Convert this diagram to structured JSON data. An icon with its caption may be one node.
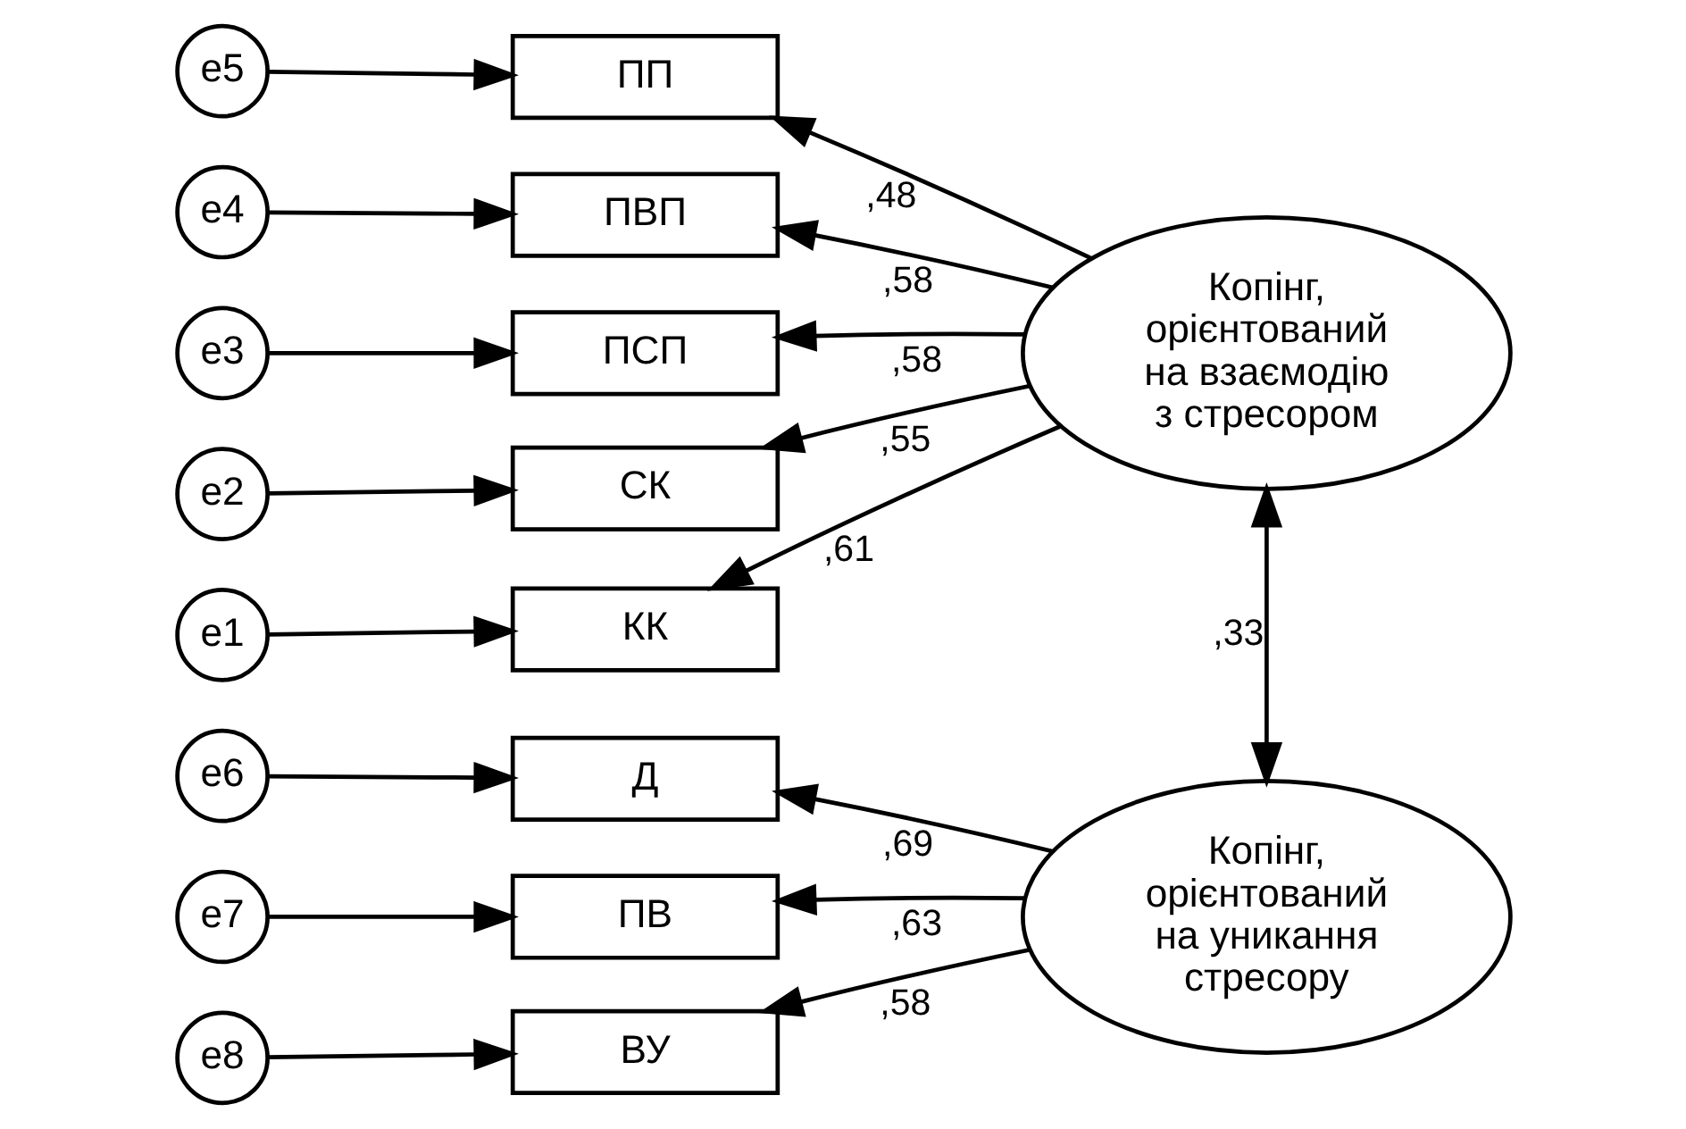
{
  "diagram": {
    "nodes": [
      {
        "text": [
          "e5"
        ]
      },
      {
        "text": [
          "ПП"
        ]
      },
      {
        "text": [
          "e4"
        ]
      },
      {
        "text": [
          "ПВП"
        ]
      },
      {
        "text": [
          "e3"
        ]
      },
      {
        "text": [
          "ПСП"
        ]
      },
      {
        "text": [
          "e2"
        ]
      },
      {
        "text": [
          "СК"
        ]
      },
      {
        "text": [
          "e1"
        ]
      },
      {
        "text": [
          "КК"
        ]
      },
      {
        "text": [
          "Копінг, орієнтований на взаємодію з стресором"
        ]
      },
      {
        "text": [
          "e6"
        ]
      },
      {
        "text": [
          "Д"
        ]
      },
      {
        "text": [
          "e7"
        ]
      },
      {
        "text": [
          "ПВ"
        ]
      },
      {
        "text": [
          "e8"
        ]
      },
      {
        "text": [
          "ВУ"
        ]
      },
      {
        "text": [
          "Копінг, орієнтований на уникання стресору"
        ]
      }
    ],
    "edges": [
      {
        "from": 0,
        "to": 1,
        "arrow": "to"
      },
      {
        "from": 2,
        "to": 3,
        "arrow": "to"
      },
      {
        "from": 4,
        "to": 5,
        "arrow": "to"
      },
      {
        "from": 6,
        "to": 7,
        "arrow": "to"
      },
      {
        "from": 8,
        "to": 9,
        "arrow": "to"
      },
      {
        "from": 10,
        "to": 1,
        "arrow": "to",
        "label": ",48"
      },
      {
        "from": 10,
        "to": 3,
        "arrow": "to",
        "label": ",58"
      },
      {
        "from": 10,
        "to": 5,
        "arrow": "to",
        "label": ",58"
      },
      {
        "from": 10,
        "to": 7,
        "arrow": "to",
        "label": ",55"
      },
      {
        "from": 10,
        "to": 9,
        "arrow": "to",
        "label": ",61"
      },
      {
        "from": 10,
        "to": 17,
        "arrow": "both",
        "label": ",33"
      },
      {
        "from": 11,
        "to": 12,
        "arrow": "to"
      },
      {
        "from": 13,
        "to": 14,
        "arrow": "to"
      },
      {
        "from": 15,
        "to": 16,
        "arrow": "to"
      },
      {
        "from": 17,
        "to": 12,
        "arrow": "to",
        "label": ",69"
      },
      {
        "from": 17,
        "to": 14,
        "arrow": "to",
        "label": ",63"
      },
      {
        "from": 17,
        "to": 16,
        "arrow": "to",
        "label": ",58"
      }
    ]
  }
}
